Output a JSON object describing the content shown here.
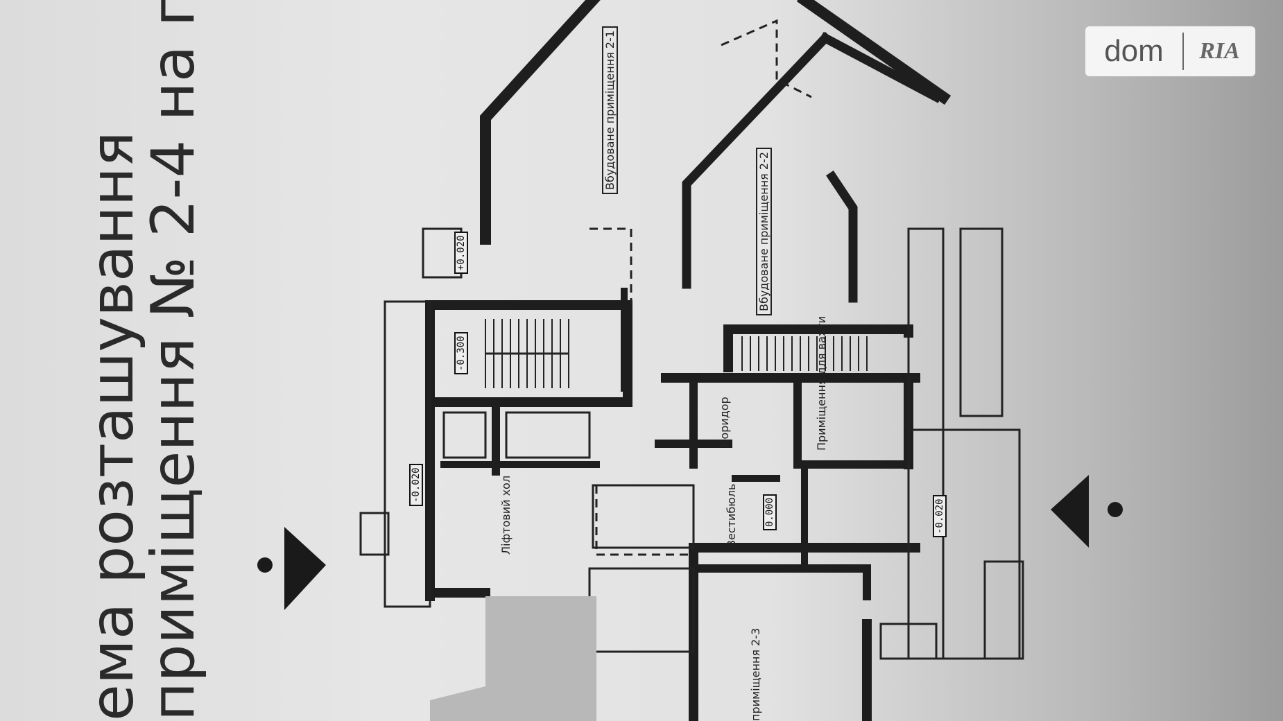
{
  "photo": {
    "subject": "photo of a printed floor-plan sheet, rotated 90 degrees"
  },
  "heading": {
    "line1": "ема розташування",
    "line2": "приміщення № 2-4 на п"
  },
  "rooms": {
    "office_1": "Вбудоване приміщення 2-1",
    "office_2": "Вбудоване приміщення 2-2",
    "office_3": "приміщення 2-3",
    "vestibule": "Вестибюль",
    "corridor": "Коридор",
    "storage": "Приміщення для вахти",
    "hall": "Ліфтовий хол"
  },
  "levels": [
    "+0.020",
    "-0.300",
    "-0.020",
    "0.000",
    "-0.020"
  ],
  "watermark": {
    "brand_left": "dom",
    "brand_right": "RIA"
  },
  "colors": {
    "wall": "#1e1e1e",
    "paper": "#e3e3e3",
    "shadow": "#9c9c9c"
  }
}
